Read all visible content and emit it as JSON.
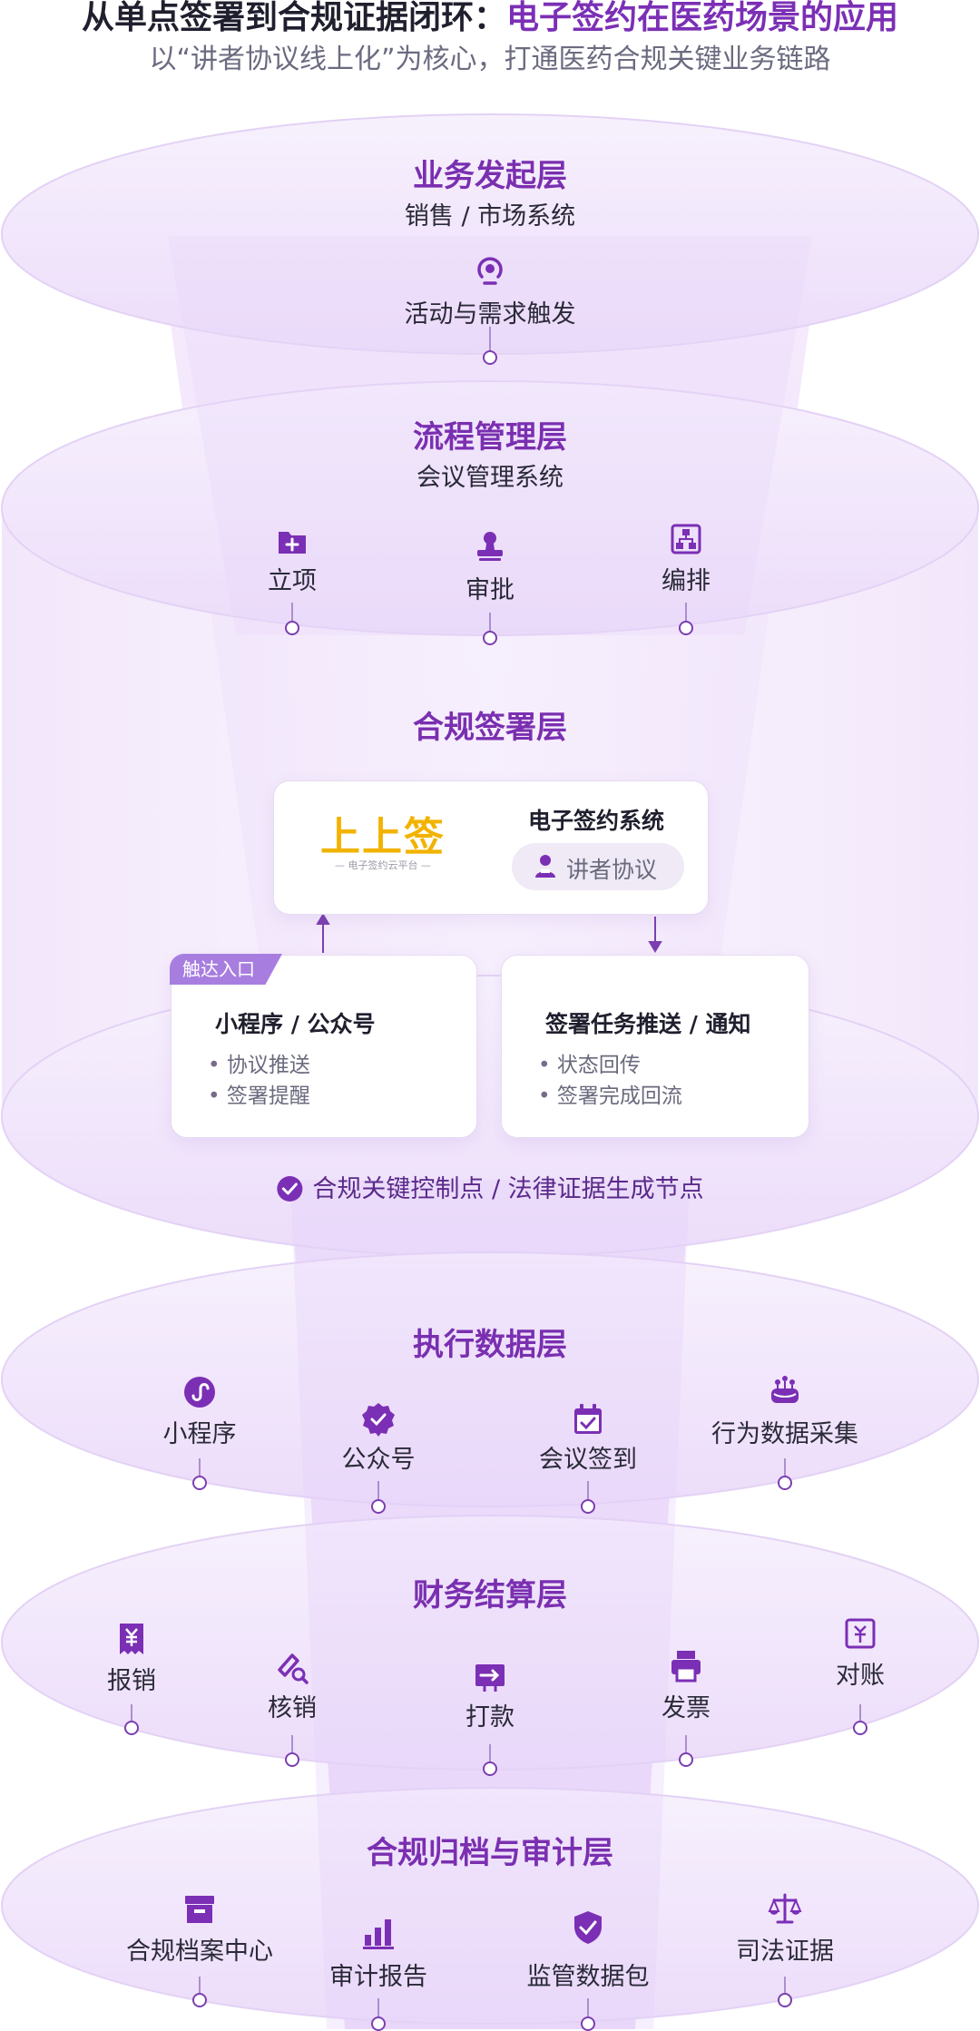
{
  "header": {
    "title_main": "从单点签署到合规证据闭环：",
    "title_accent": "电子签约在医药场景的应用",
    "subtitle": "以“讲者协议线上化”为核心，打通医药合规关键业务链路"
  },
  "layers": {
    "initiation": {
      "title": "业务发起层",
      "subtitle": "销售 / 市场系统",
      "items": [
        "活动与需求触发"
      ]
    },
    "process": {
      "title": "流程管理层",
      "subtitle": "会议管理系统",
      "items": [
        "立项",
        "审批",
        "编排"
      ]
    },
    "signing": {
      "title": "合规签署层",
      "logo_text": "上上签",
      "logo_tagline": "— 电子签约云平台 —",
      "system_name": "电子签约系统",
      "agreement_chip": "讲者协议",
      "entry_tag": "触达入口",
      "left_card": {
        "title": "小程序 / 公众号",
        "bullets": [
          "协议推送",
          "签署提醒"
        ]
      },
      "right_card": {
        "title": "签署任务推送 / 通知",
        "bullets": [
          "状态回传",
          "签署完成回流"
        ]
      },
      "checkpoint": "合规关键控制点 / 法律证据生成节点"
    },
    "execution": {
      "title": "执行数据层",
      "items": [
        "小程序",
        "公众号",
        "会议签到",
        "行为数据采集"
      ]
    },
    "finance": {
      "title": "财务结算层",
      "items": [
        "报销",
        "核销",
        "打款",
        "发票",
        "对账"
      ]
    },
    "archive": {
      "title": "合规归档与审计层",
      "items": [
        "合规档案中心",
        "审计报告",
        "监管数据包",
        "司法证据"
      ]
    }
  },
  "colors": {
    "accent": "#7b2fb5",
    "logo": "#f2b300",
    "disk": "#efe3fb"
  }
}
